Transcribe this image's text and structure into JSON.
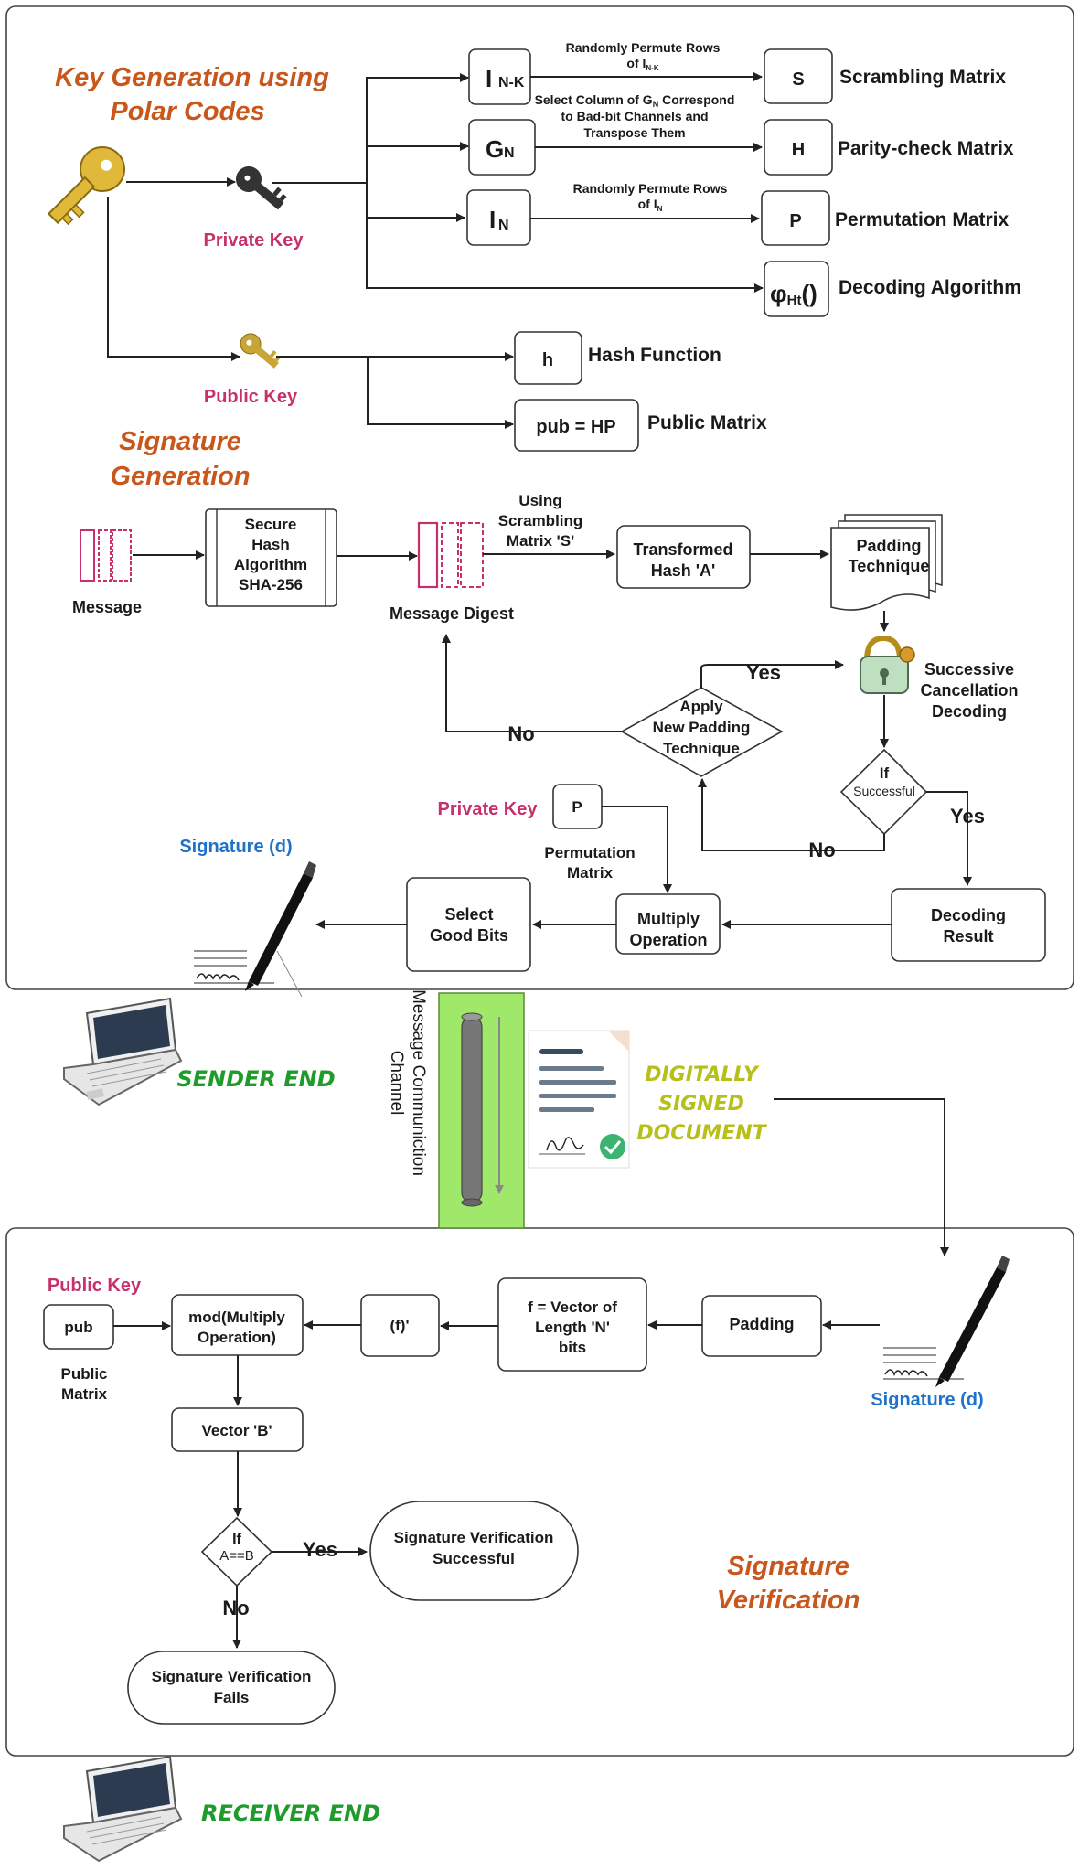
{
  "colors": {
    "orange_title": "#c9571b",
    "key_pink": "#c8306b",
    "signature_blue": "#1e73c8",
    "channel_green": "#9fe86a",
    "sender_green": "#1e9b2a",
    "doc_olive": "#b7c01a",
    "key_gold": "#e0b83a",
    "key_dark": "#333333"
  },
  "keygen": {
    "title_line1": "Key Generation using",
    "title_line2": "Polar Codes",
    "private_key": "Private Key",
    "public_key": "Public Key",
    "ink": "I",
    "ink_sub": "N-K",
    "gn": "G",
    "gn_sub": "N",
    "in": "I",
    "in_sub": "N",
    "phi": "φ",
    "phi_sub": "Ht",
    "phi_tail": "()",
    "edge1_line1": "Randomly Permute Rows",
    "edge1_line2": "of I",
    "edge1_sub": "N-K",
    "edge2_line1a": "Select Column of G",
    "edge2_sub": "N",
    "edge2_line1b": " Correspond",
    "edge2_line2": "to Bad-bit Channels and",
    "edge2_line3": "Transpose Them",
    "edge3_line1": "Randomly Permute Rows",
    "edge3_line2": "of I",
    "edge3_sub": "N",
    "s_box": "S",
    "s_label": "Scrambling Matrix",
    "h_box": "H",
    "h_label": "Parity-check Matrix",
    "p_box": "P",
    "p_label": "Permutation Matrix",
    "decoding_label": "Decoding Algorithm",
    "hash_box": "h",
    "hash_label": "Hash Function",
    "pub_box": "pub = HP",
    "pub_label": "Public Matrix"
  },
  "siggen": {
    "title_line1": "Signature",
    "title_line2": "Generation",
    "message": "Message",
    "sha_line1": "Secure",
    "sha_line2": "Hash",
    "sha_line3": "Algorithm",
    "sha_line4": "SHA-256",
    "digest": "Message Digest",
    "using_line1": "Using",
    "using_line2": "Scrambling",
    "using_line3": "Matrix 'S'",
    "transformed_line1": "Transformed",
    "transformed_line2": "Hash 'A'",
    "padding_line1": "Padding",
    "padding_line2": "Technique",
    "scd_line1": "Successive",
    "scd_line2": "Cancellation",
    "scd_line3": "Decoding",
    "apply_line1": "Apply",
    "apply_line2": "New Padding",
    "apply_line3": "Technique",
    "yes1": "Yes",
    "no1": "No",
    "if_line1": "If",
    "if_line2": "Successful",
    "yes2": "Yes",
    "no2": "No",
    "private_key": "Private Key",
    "p_box": "P",
    "perm_line1": "Permutation",
    "perm_line2": "Matrix",
    "decoding_line1": "Decoding",
    "decoding_line2": "Result",
    "multiply_line1": "Multiply",
    "multiply_line2": "Operation",
    "select_line1": "Select",
    "select_line2": "Good Bits",
    "signature": "Signature (d)"
  },
  "channel": {
    "sender_end": "SENDER END",
    "channel_line1": "Message Communiction",
    "channel_line2": "Channel",
    "doc_line1": "DIGITALLY",
    "doc_line2": "SIGNED",
    "doc_line3": "DOCUMENT"
  },
  "verify": {
    "public_key": "Public Key",
    "pub_box": "pub",
    "public_matrix_line1": "Public",
    "public_matrix_line2": "Matrix",
    "mod_line1": "mod(Multiply",
    "mod_line2": "Operation)",
    "fprime": "(f)'",
    "vector_line1": "f = Vector of",
    "vector_line2": "Length 'N'",
    "vector_line3": "bits",
    "padding": "Padding",
    "signature": "Signature (d)",
    "vector_b": "Vector 'B'",
    "if_line1": "If",
    "if_line2": "A==B",
    "yes": "Yes",
    "no": "No",
    "success_line1": "Signature Verification",
    "success_line2": "Successful",
    "fail_line1": "Signature Verification",
    "fail_line2": "Fails",
    "title_line1": "Signature",
    "title_line2": "Verification",
    "receiver_end": "RECEIVER END"
  }
}
